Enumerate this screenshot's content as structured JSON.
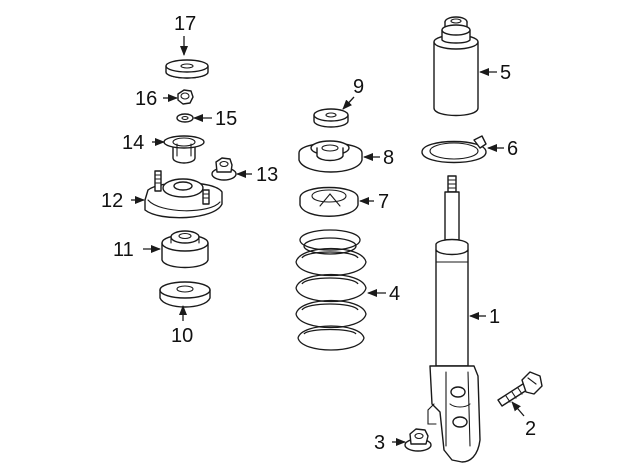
{
  "diagram": {
    "callouts": [
      {
        "id": "1",
        "label": "1"
      },
      {
        "id": "2",
        "label": "2"
      },
      {
        "id": "3",
        "label": "3"
      },
      {
        "id": "4",
        "label": "4"
      },
      {
        "id": "5",
        "label": "5"
      },
      {
        "id": "6",
        "label": "6"
      },
      {
        "id": "7",
        "label": "7"
      },
      {
        "id": "8",
        "label": "8"
      },
      {
        "id": "9",
        "label": "9"
      },
      {
        "id": "10",
        "label": "10"
      },
      {
        "id": "11",
        "label": "11"
      },
      {
        "id": "12",
        "label": "12"
      },
      {
        "id": "13",
        "label": "13"
      },
      {
        "id": "14",
        "label": "14"
      },
      {
        "id": "15",
        "label": "15"
      },
      {
        "id": "16",
        "label": "16"
      },
      {
        "id": "17",
        "label": "17"
      }
    ],
    "colors": {
      "stroke": "#1a1a1a",
      "background": "#ffffff"
    }
  }
}
